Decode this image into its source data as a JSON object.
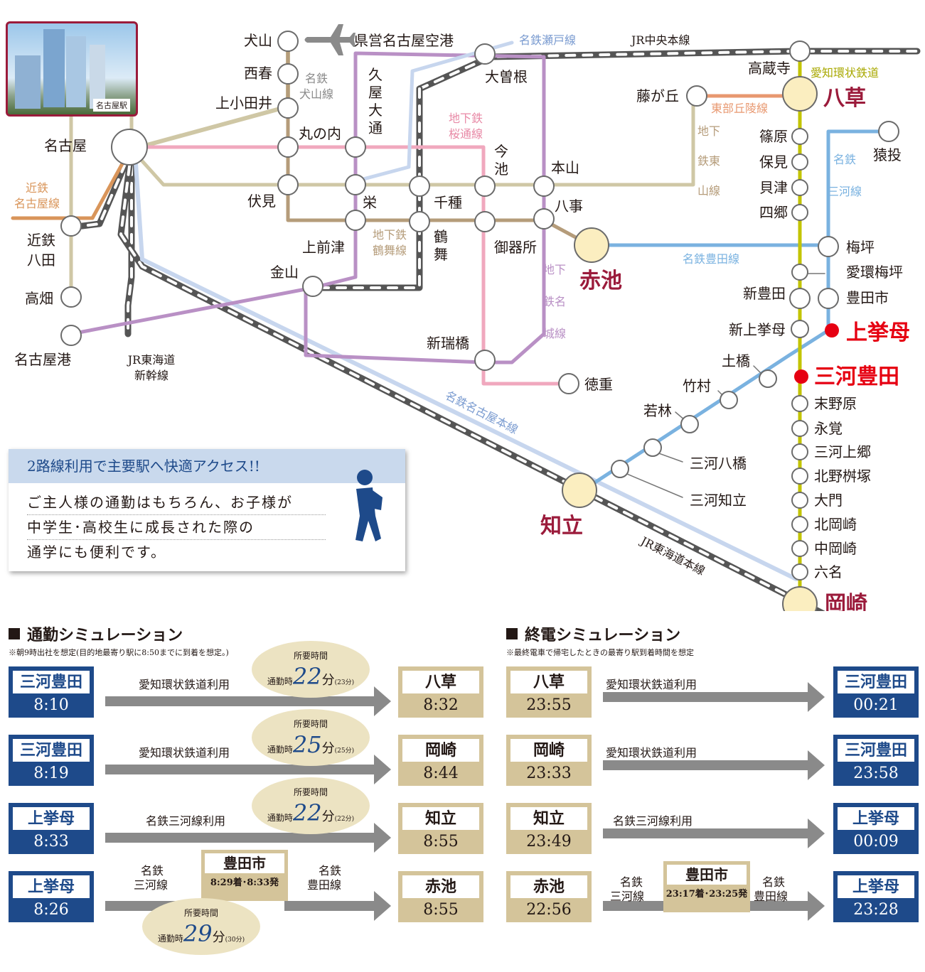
{
  "map": {
    "photo_caption": "名古屋駅",
    "stations_major": {
      "yagusa": "八草",
      "akaike": "赤池",
      "chiryu": "知立",
      "okazaki": "岡崎",
      "kamikoromo": "上挙母",
      "mikawa_toyota": "三河豊田"
    },
    "stations": {
      "nagoya": "名古屋",
      "kintetsu_hatta_1": "近鉄",
      "kintetsu_hatta_2": "八田",
      "takabata": "高畑",
      "nagoyako": "名古屋港",
      "inuyama": "犬山",
      "saiharu": "西春",
      "kamiotai": "上小田井",
      "marunouchi": "丸の内",
      "fushimi": "伏見",
      "kamimaezu": "上前津",
      "kanayama": "金山",
      "sakae": "栄",
      "chikusa": "千種",
      "tsurumai_1": "鶴",
      "tsurumai_2": "舞",
      "imaike_1": "今",
      "imaike_2": "池",
      "motoyama": "本山",
      "yagoto": "八事",
      "gokiso": "御器所",
      "shinmizuhashi": "新瑞橋",
      "tokushige": "徳重",
      "hisaya_1": "久",
      "hisaya_2": "屋",
      "hisaya_3": "大",
      "hisaya_4": "通",
      "ozone": "大曽根",
      "airport": "県営名古屋空港",
      "fujigaoka": "藤が丘",
      "kozoji": "高蔵寺",
      "shinohara": "篠原",
      "homi": "保見",
      "kaizu": "貝津",
      "shigo": "四郷",
      "sanage": "猿投",
      "umetsubo": "梅坪",
      "aikan_umetsubo": "愛環梅坪",
      "toyotashi": "豊田市",
      "shintoyota": "新豊田",
      "shinkamikoromo": "新上挙母",
      "tsuchihashi": "土橋",
      "takemura": "竹村",
      "wakabayashi": "若林",
      "mikawa_yatsuhashi": "三河八橋",
      "mikawa_chiryu": "三河知立",
      "suenohara": "末野原",
      "eikaku": "永覚",
      "mikawa_kamigo": "三河上郷",
      "kitano_masuzuka": "北野桝塚",
      "daimon": "大門",
      "kita_okazaki": "北岡崎",
      "naka_okazaki": "中岡崎",
      "mutsuna": "六名"
    },
    "lines": {
      "kintetsu_1": "近鉄",
      "kintetsu_2": "名古屋線",
      "meitetsu_inuyama_1": "名鉄",
      "meitetsu_inuyama_2": "犬山線",
      "shinkansen_1": "JR東海道",
      "shinkansen_2": "新幹線",
      "tsurumai_line_1": "地下鉄",
      "tsurumai_line_2": "鶴舞線",
      "sakuradori_1": "地下鉄",
      "sakuradori_2": "桜通線",
      "meijo_1": "地下",
      "meijo_2": "鉄名",
      "meijo_3": "城線",
      "seto": "名鉄瀬戸線",
      "chuo": "JR中央本線",
      "aichi_kanjo": "愛知環状鉄道",
      "tobu_kyuryo": "東部丘陵線",
      "higashiyama_1": "地下",
      "higashiyama_2": "鉄東",
      "higashiyama_3": "山線",
      "mikawa_1": "名鉄",
      "mikawa_2": "三河線",
      "toyota_line": "名鉄豊田線",
      "meitetsu_nagoya": "名鉄名古屋本線",
      "tokaido": "JR東海道本線"
    },
    "callout": {
      "heading": "2路線利用で主要駅へ快適アクセス!!",
      "line1": "ご主人様の通勤はもちろん、お子様が",
      "line2": "中学生･高校生に成長された際の",
      "line3": "通学にも便利です。"
    }
  },
  "commute": {
    "title": "通勤シミュレーション",
    "note": "※朝9時出社を想定(目的地最寄り駅に8:50までに到着を想定。)",
    "rows": [
      {
        "from": "三河豊田",
        "dep": "8:10",
        "route": "愛知環状鉄道利用",
        "to": "八草",
        "arr": "8:32",
        "label": "所要時間",
        "prefix": "通勤時",
        "minutes": "22",
        "unit": "分",
        "note": "(23分)"
      },
      {
        "from": "三河豊田",
        "dep": "8:19",
        "route": "愛知環状鉄道利用",
        "to": "岡崎",
        "arr": "8:44",
        "label": "所要時間",
        "prefix": "通勤時",
        "minutes": "25",
        "unit": "分",
        "note": "(25分)"
      },
      {
        "from": "上挙母",
        "dep": "8:33",
        "route": "名鉄三河線利用",
        "to": "知立",
        "arr": "8:55",
        "label": "所要時間",
        "prefix": "通勤時",
        "minutes": "22",
        "unit": "分",
        "note": "(22分)"
      },
      {
        "from": "上挙母",
        "dep": "8:26",
        "route_a1": "名鉄",
        "route_a2": "三河線",
        "xfer": "豊田市",
        "xfer_time": "8:29着･8:33発",
        "route_b1": "名鉄",
        "route_b2": "豊田線",
        "to": "赤池",
        "arr": "8:55",
        "label": "所要時間",
        "prefix": "通勤時",
        "minutes": "29",
        "unit": "分",
        "note": "(30分)"
      }
    ]
  },
  "lastTrain": {
    "title": "終電シミュレーション",
    "note": "※最終電車で帰宅したときの最寄り駅到着時間を想定",
    "rows": [
      {
        "from": "八草",
        "dep": "23:55",
        "route": "愛知環状鉄道利用",
        "to": "三河豊田",
        "arr": "00:21"
      },
      {
        "from": "岡崎",
        "dep": "23:33",
        "route": "愛知環状鉄道利用",
        "to": "三河豊田",
        "arr": "23:58"
      },
      {
        "from": "知立",
        "dep": "23:49",
        "route": "名鉄三河線利用",
        "to": "上挙母",
        "arr": "00:09"
      },
      {
        "from": "赤池",
        "dep": "22:56",
        "route_a1": "名鉄",
        "route_a2": "三河線",
        "xfer": "豊田市",
        "xfer_time": "23:17着･23:25発",
        "route_b1": "名鉄",
        "route_b2": "豊田線",
        "to": "上挙母",
        "arr": "23:28"
      }
    ]
  },
  "colors": {
    "navy": "#1e4a8a",
    "tan": "#d4c49a",
    "crimson": "#9b1b3b",
    "red": "#e60012"
  }
}
